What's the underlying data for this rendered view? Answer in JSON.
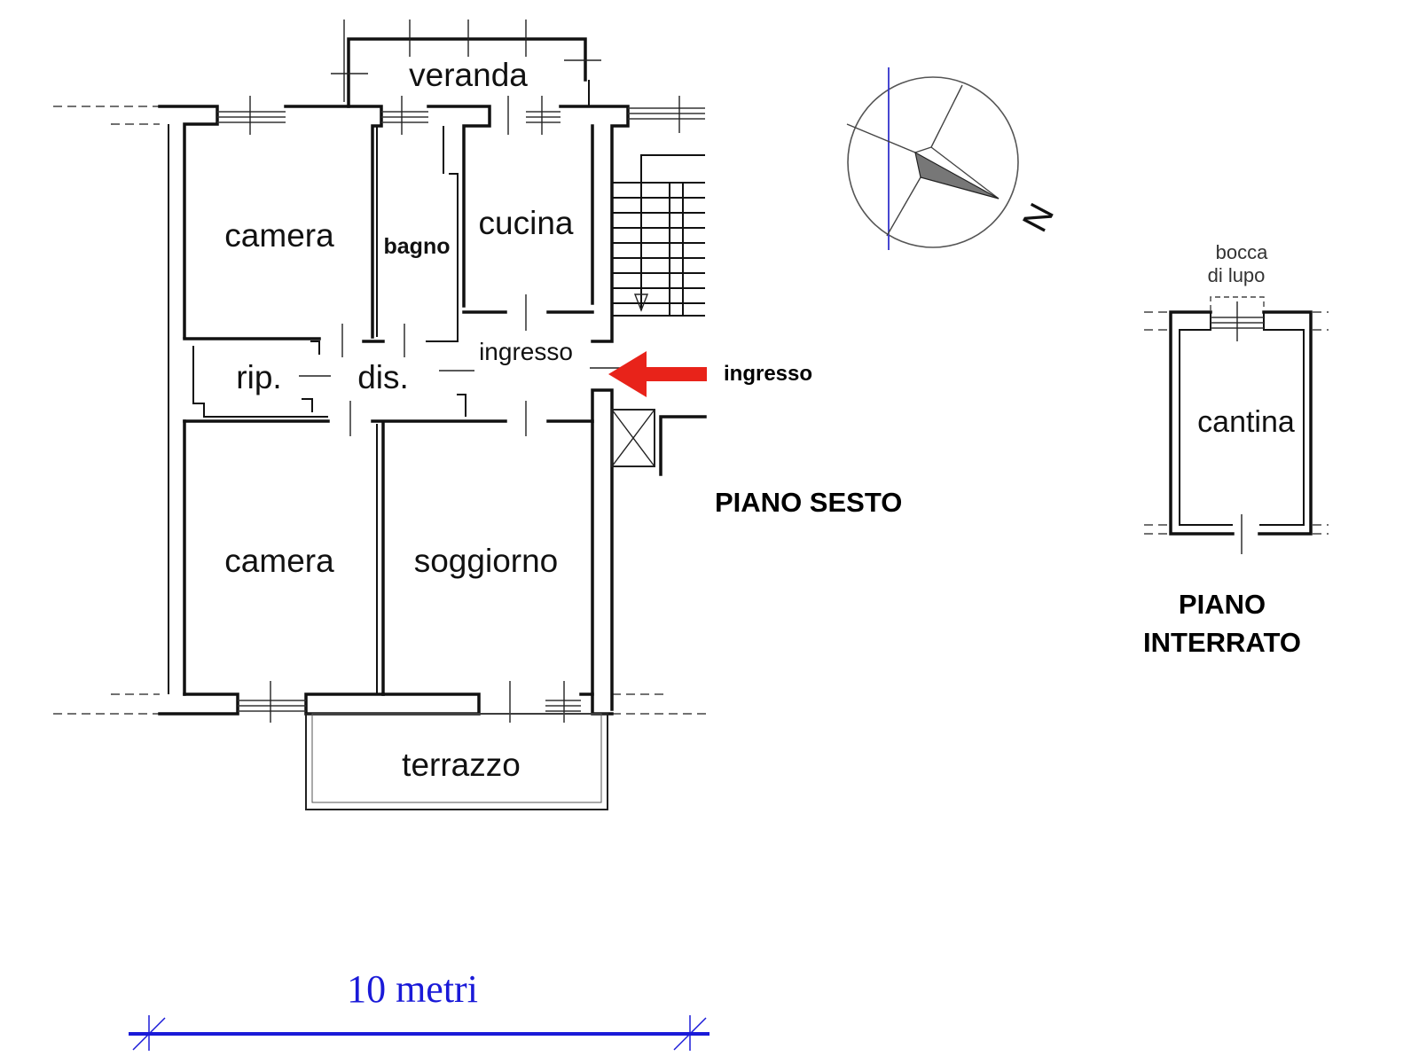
{
  "floor_plans": [
    {
      "title": "PIANO SESTO",
      "rooms": [
        {
          "id": "veranda",
          "label": "veranda"
        },
        {
          "id": "camera-1",
          "label": "camera"
        },
        {
          "id": "bagno",
          "label": "bagno"
        },
        {
          "id": "cucina",
          "label": "cucina"
        },
        {
          "id": "rip",
          "label": "rip."
        },
        {
          "id": "dis",
          "label": "dis."
        },
        {
          "id": "ingresso",
          "label": "ingresso"
        },
        {
          "id": "camera-2",
          "label": "camera"
        },
        {
          "id": "soggiorno",
          "label": "soggiorno"
        },
        {
          "id": "terrazzo",
          "label": "terrazzo"
        }
      ],
      "entrance_marker": {
        "label": "ingresso",
        "color": "#e8231a"
      }
    },
    {
      "title_line1": "PIANO",
      "title_line2": "INTERRATO",
      "rooms": [
        {
          "id": "cantina",
          "label": "cantina"
        }
      ],
      "annotation_line1": "bocca",
      "annotation_line2": "di lupo"
    }
  ],
  "compass": {
    "label": "N",
    "meridian_color": "#3333cc"
  },
  "scale_bar": {
    "label": "10 metri",
    "color": "#1a1ad8"
  }
}
